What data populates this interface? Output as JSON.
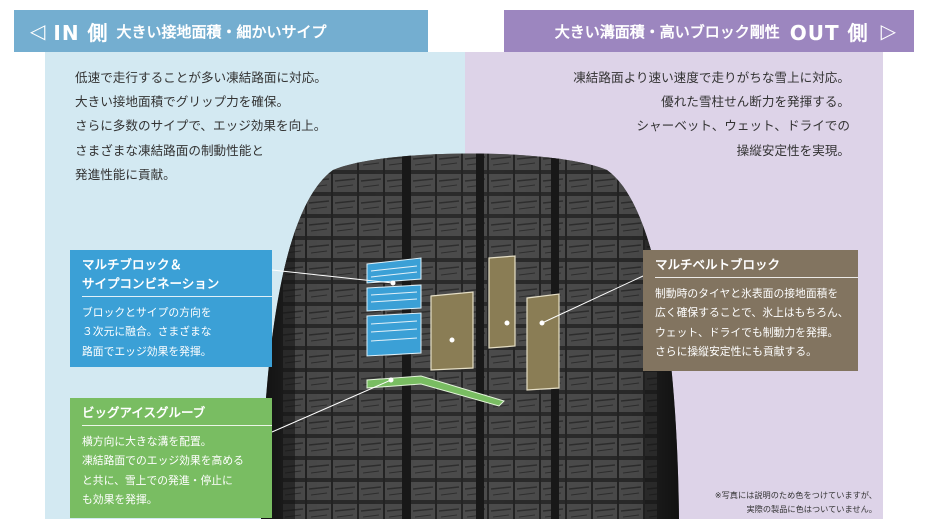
{
  "header_in": {
    "arrow": "◁",
    "side": "IN 側",
    "title": "大きい接地面積・細かいサイプ"
  },
  "header_out": {
    "title": "大きい溝面積・高いブロック剛性",
    "side": "OUT 側",
    "arrow": "▷"
  },
  "in_description": [
    "低速で走行することが多い凍結路面に対応。",
    "大きい接地面積でグリップ力を確保。",
    "さらに多数のサイプで、エッジ効果を向上。",
    "さまざまな凍結路面の制動性能と",
    "発進性能に貢献。"
  ],
  "out_description": [
    "凍結路面より速い速度で走りがちな雪上に対応。",
    "優れた雪柱せん断力を発揮する。",
    "シャーベット、ウェット、ドライでの",
    "操縦安定性を実現。"
  ],
  "callouts": {
    "multi_block": {
      "title": [
        "マルチブロック＆",
        "サイプコンビネーション"
      ],
      "body": [
        "ブロックとサイプの方向を",
        "３次元に融合。さまざまな",
        "路面でエッジ効果を発揮。"
      ]
    },
    "big_ice_groove": {
      "title": "ビッグアイスグルーブ",
      "body": [
        "横方向に大きな溝を配置。",
        "凍結路面でのエッジ効果を高める",
        "と共に、雪上での発進・停止に",
        "も効果を発揮。"
      ]
    },
    "multi_belt_block": {
      "title": "マルチベルトブロック",
      "body": [
        "制動時のタイヤと氷表面の接地面積を",
        "広く確保することで、氷上はもちろん、",
        "ウェット、ドライでも制動力を発揮。",
        "さらに操縦安定性にも貢献する。"
      ]
    }
  },
  "footnote": [
    "※写真には説明のため色をつけていますが、",
    "実際の製品に色はついていません。"
  ],
  "colors": {
    "in_header": "#74aed0",
    "out_header": "#9c86bf",
    "in_panel": "#d3e9f2",
    "out_panel": "#ddd3e8",
    "multi_block": "#3ba0d6",
    "big_ice_groove": "#79bd62",
    "multi_belt_block": "#827460"
  }
}
